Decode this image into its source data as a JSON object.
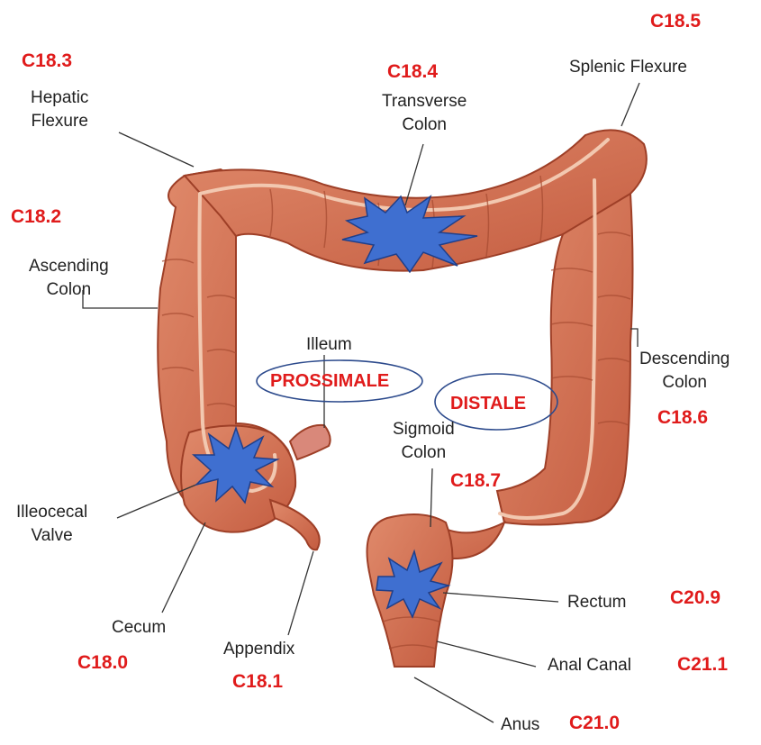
{
  "labels": {
    "hepatic_flexure": [
      "Hepatic",
      "Flexure"
    ],
    "transverse_colon": [
      "Transverse",
      "Colon"
    ],
    "splenic_flexure": "Splenic Flexure",
    "ascending_colon": [
      "Ascending",
      "Colon"
    ],
    "illeum": "Illeum",
    "descending_colon": [
      "Descending",
      "Colon"
    ],
    "sigmoid_colon": [
      "Sigmoid",
      "Colon"
    ],
    "illeocecal_valve": [
      "Illeocecal",
      "Valve"
    ],
    "cecum": "Cecum",
    "appendix": "Appendix",
    "rectum": "Rectum",
    "anal_canal": "Anal Canal",
    "anus": "Anus"
  },
  "codes": {
    "hepatic_flexure": "C18.3",
    "transverse_colon": "C18.4",
    "splenic_flexure": "C18.5",
    "ascending_colon": "C18.2",
    "descending_colon": "C18.6",
    "sigmoid_colon": "C18.7",
    "cecum": "C18.0",
    "appendix": "C18.1",
    "rectum": "C20.9",
    "anal_canal": "C21.1",
    "anus": "C21.0"
  },
  "regions": {
    "proximal": "PROSSIMALE",
    "distal": "DISTALE"
  },
  "colors": {
    "colon_fill": "#cf6a4d",
    "colon_dark": "#9e3f27",
    "colon_stripe": "#f2c8b0",
    "tumor_fill": "#3f6fd0",
    "tumor_stroke": "#1f3f8a",
    "code_text": "#e01b1b",
    "ellipse_stroke": "#2c4a8c"
  }
}
